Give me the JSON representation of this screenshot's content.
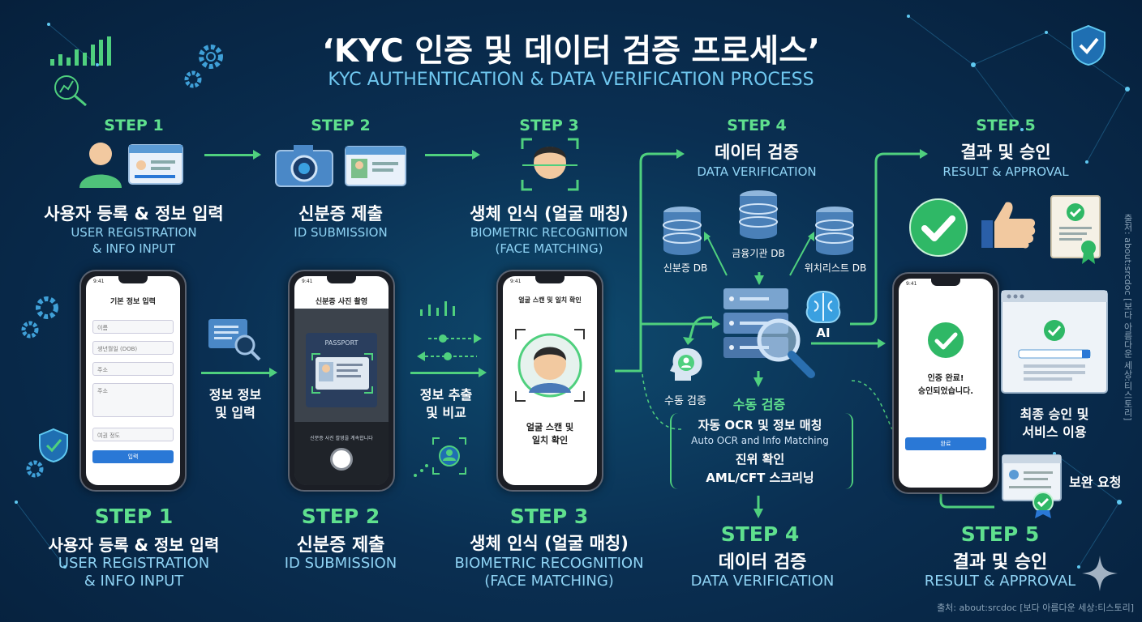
{
  "title": "‘KYC 인증 및 데이터 검증 프로세스’",
  "subtitle": "KYC AUTHENTICATION & DATA VERIFICATION PROCESS",
  "top_steps": [
    {
      "step": "STEP 1",
      "title": "사용자 등록 & 정보 입력",
      "en1": "USER REGISTRATION",
      "en2": "& INFO INPUT"
    },
    {
      "step": "STEP 2",
      "title": "신분증 제출",
      "en1": "ID SUBMISSION",
      "en2": ""
    },
    {
      "step": "STEP 3",
      "title": "생체 인식 (얼굴 매칭)",
      "en1": "BIOMETRIC RECOGNITION",
      "en2": "(FACE MATCHING)"
    },
    {
      "step": "STEP 4",
      "title": "데이터 검증",
      "en1": "DATA VERIFICATION",
      "en2": ""
    },
    {
      "step": "STEP 5",
      "title": "결과 및 승인",
      "en1": "RESULT & APPROVAL",
      "en2": ""
    }
  ],
  "bottom_steps": [
    {
      "step": "STEP 1",
      "title": "사용자 등록 & 정보 입력",
      "en1": "USER REGISTRATION",
      "en2": "& INFO INPUT"
    },
    {
      "step": "STEP 2",
      "title": "신분증 제출",
      "en1": "ID SUBMISSION",
      "en2": ""
    },
    {
      "step": "STEP 3",
      "title": "생체 인식 (얼굴 매칭)",
      "en1": "BIOMETRIC RECOGNITION",
      "en2": "(FACE MATCHING)"
    },
    {
      "step": "STEP 4",
      "title": "데이터 검증",
      "en1": "DATA VERIFICATION",
      "en2": ""
    },
    {
      "step": "STEP 5",
      "title": "결과 및 승인",
      "en1": "RESULT & APPROVAL",
      "en2": ""
    }
  ],
  "phone1": {
    "time": "9:41",
    "title": "기본 정보 입력",
    "f1": "이름",
    "f2": "생년월일 (DOB)",
    "f3": "주소",
    "f4": "주소",
    "select": "여권 정도",
    "button": "입력"
  },
  "phone2": {
    "time": "9:41",
    "title": "신분증 사진 촬영",
    "passport": "PASSPORT",
    "hint": "신분증 사진 촬영을 계속합니다"
  },
  "phone3": {
    "time": "9:41",
    "title": "얼굴 스캔 및 일치 확인",
    "caption1": "얼굴 스캔 및",
    "caption2": "일치 확인"
  },
  "phone5": {
    "time": "9:41",
    "msg1": "인증 완료!",
    "msg2": "승인되었습니다.",
    "button": "완료"
  },
  "mid_labels": {
    "info1": "정보 정보",
    "info2": "및 입력",
    "extract1": "정보 추출",
    "extract2": "및 비교"
  },
  "databases": {
    "id_db": "신분증 DB",
    "fin_db": "금융기관 DB",
    "watch_db": "위치리스트 DB",
    "ai": "AI",
    "manual_left": "수동 검증",
    "manual": "수동 검증"
  },
  "process_box": {
    "l1": "자동 OCR 및 정보 매칭",
    "l2": "Auto OCR and Info Matching",
    "l3": "진위 확인",
    "l4": "AML/CFT 스크리닝"
  },
  "final": {
    "approval1": "최종 승인 및",
    "approval2": "서비스 이용",
    "supplement": "보완 요청"
  },
  "source_vertical": "출처: about:srcdoc [보다 아름다운 세상:티스토리]",
  "source_bottom": "출처: about:srcdoc [보다 아름다운 세상:티스토리]",
  "colors": {
    "accent": "#5fe08e",
    "light_blue": "#8fd3f4",
    "bg": "#0a2f52"
  }
}
